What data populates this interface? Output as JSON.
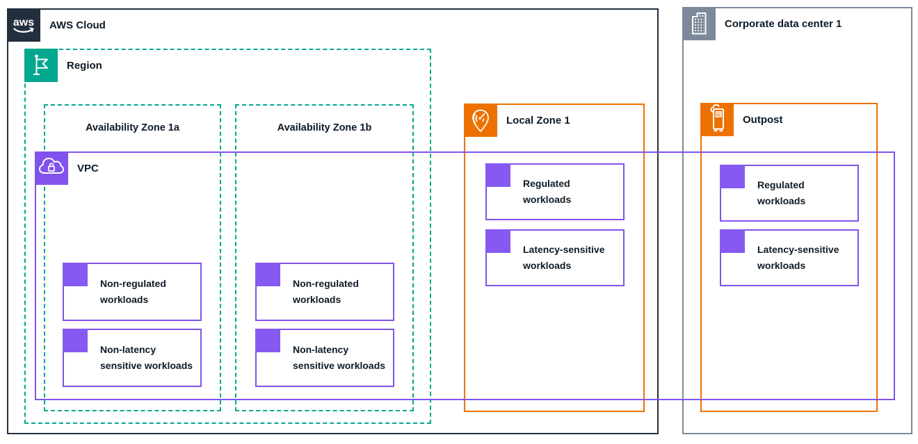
{
  "colors": {
    "aws_dark": "#232F3E",
    "teal_dashed": "#01A88D",
    "purple_line": "#8152EC",
    "purple_fill": "#8659F2",
    "orange": "#ED7100",
    "gray": "#7D8998",
    "text": "#0D1A26",
    "background": "#FFFFFF"
  },
  "groups": {
    "aws_cloud": {
      "label": "AWS Cloud",
      "icon": "aws-logo-icon"
    },
    "region": {
      "label": "Region",
      "icon": "region-flag-icon"
    },
    "az_1a": {
      "label": "Availability Zone 1a"
    },
    "az_1b": {
      "label": "Availability Zone 1b"
    },
    "vpc": {
      "label": "VPC",
      "icon": "vpc-cloud-lock-icon"
    },
    "local_zone": {
      "label": "Local Zone 1",
      "icon": "local-zone-pin-icon"
    },
    "outpost": {
      "label": "Outpost",
      "icon": "outpost-rack-icon"
    },
    "corporate_dc": {
      "label": "Corporate data center 1",
      "icon": "corporate-building-icon"
    }
  },
  "workloads": {
    "az_1a": [
      {
        "label": "Non-regulated\nworkloads"
      },
      {
        "label": "Non-latency\nsensitive workloads"
      }
    ],
    "az_1b": [
      {
        "label": "Non-regulated\nworkloads"
      },
      {
        "label": "Non-latency\nsensitive workloads"
      }
    ],
    "local_zone": [
      {
        "label": "Regulated\nworkloads"
      },
      {
        "label": "Latency-sensitive\nworkloads"
      }
    ],
    "outpost": [
      {
        "label": "Regulated\nworkloads"
      },
      {
        "label": "Latency-sensitive\nworkloads"
      }
    ]
  }
}
